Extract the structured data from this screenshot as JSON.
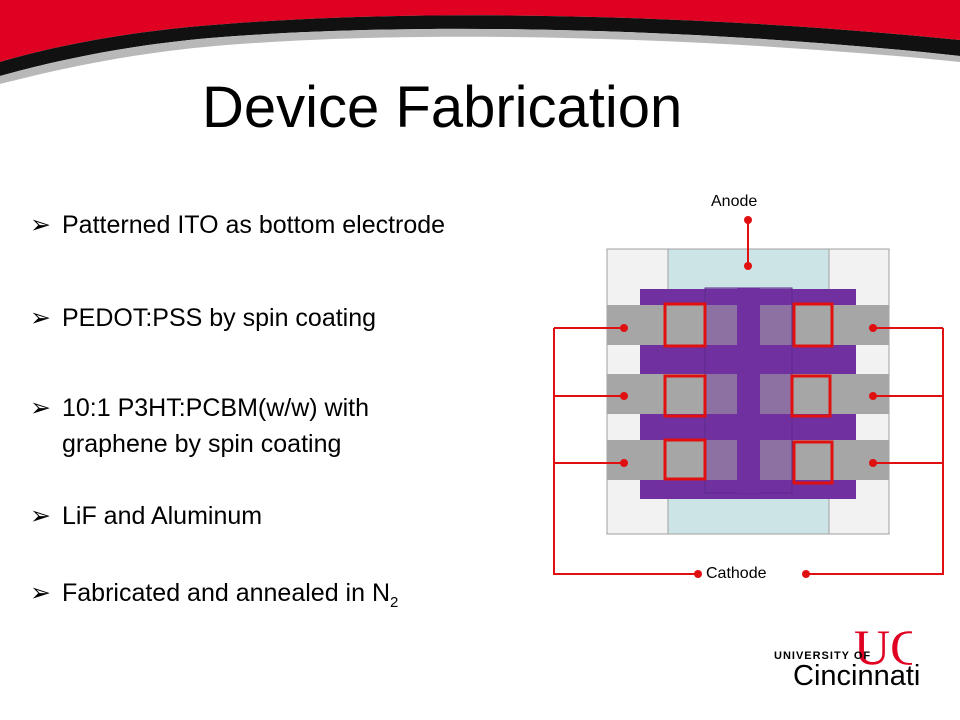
{
  "slide": {
    "title": "Device Fabrication",
    "bullet_glyph": "➢",
    "bullets": [
      {
        "text": "Patterned ITO as bottom electrode"
      },
      {
        "text": "PEDOT:PSS by spin coating"
      },
      {
        "text": "10:1 P3HT:PCBM(w/w) with",
        "continuation": "graphene by spin coating"
      },
      {
        "text": "LiF and Aluminum"
      },
      {
        "text": "Fabricated and annealed in N",
        "subscript": "2"
      }
    ]
  },
  "diagram": {
    "anode_label": "Anode",
    "cathode_label": "Cathode",
    "colors": {
      "substrate": "#f2f2f2",
      "ito": "#cce4e6",
      "gray_strip": "#a6a6a6",
      "active_layer": "#7030a0",
      "cell_outline": "#e01010",
      "wire": "#e01010"
    }
  },
  "logo": {
    "line1": "UNIVERSITY OF",
    "line2": "Cincinnati",
    "monogram": "UC",
    "color": "#e00122"
  },
  "theme": {
    "banner_red": "#e00122",
    "banner_black": "#111111"
  }
}
